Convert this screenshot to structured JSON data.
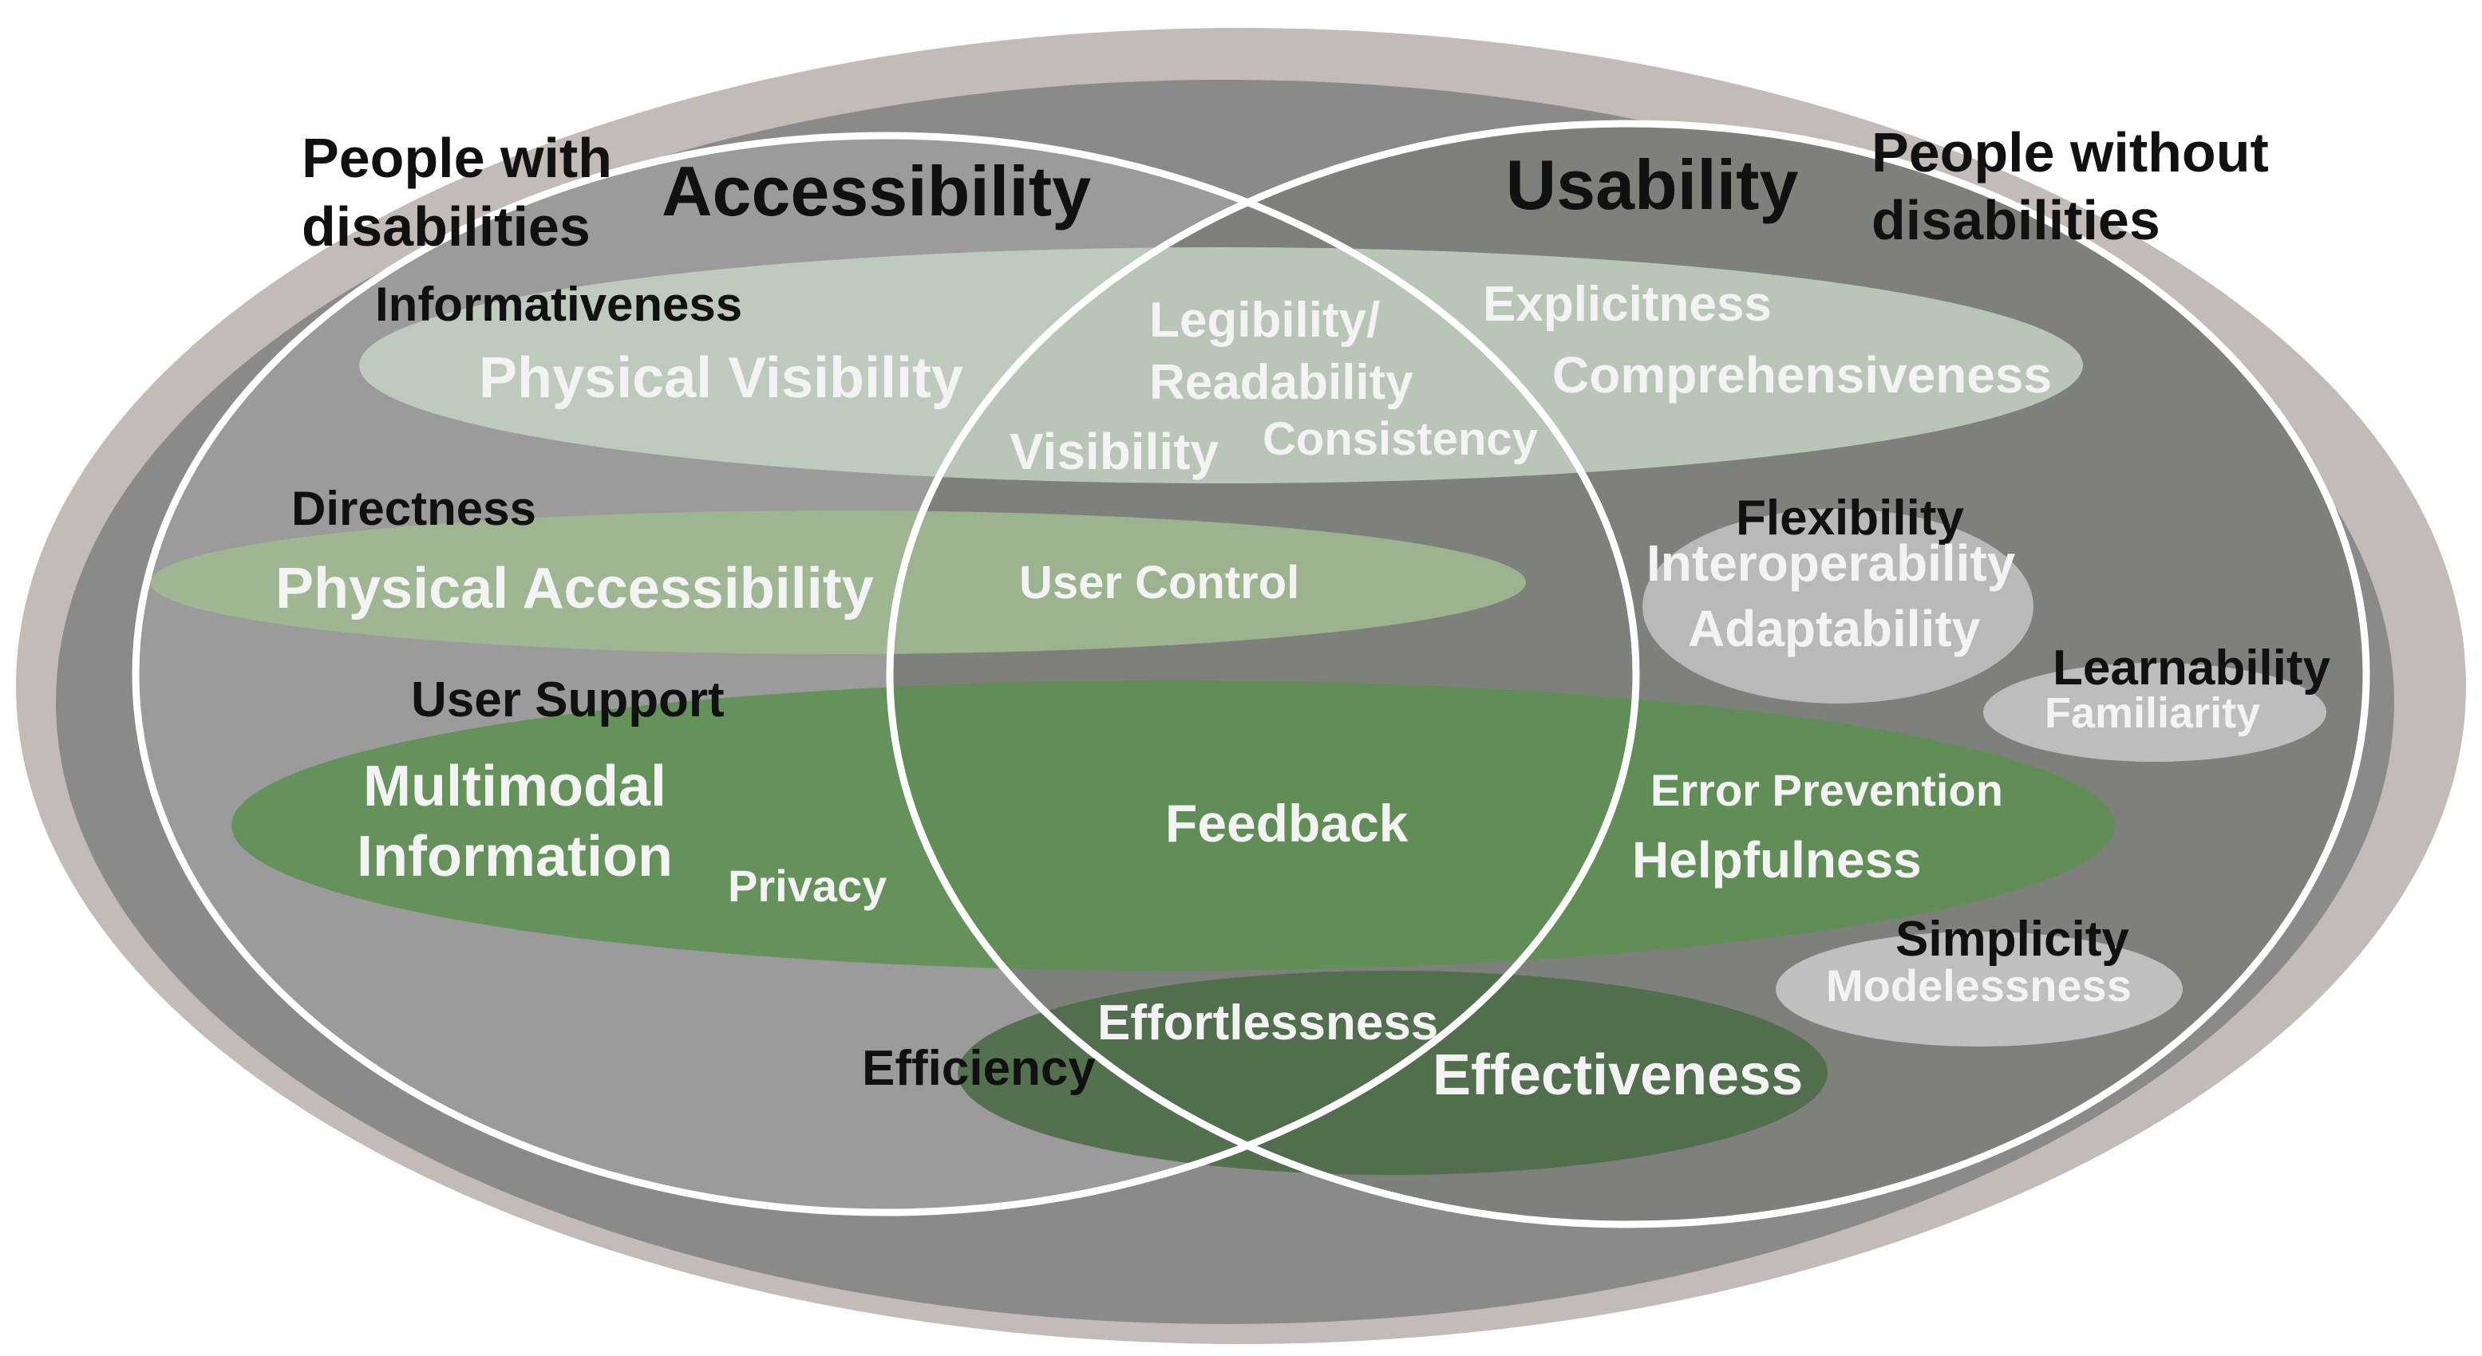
{
  "headings": {
    "people_with_line1": "People with",
    "people_with_line2": "disabilities",
    "accessibility": "Accessibility",
    "usability": "Usability",
    "people_without_line1": "People without",
    "people_without_line2": "disabilities"
  },
  "black_labels": {
    "informativeness": "Informativeness",
    "directness": "Directness",
    "user_support": "User Support",
    "efficiency": "Efficiency",
    "flexibility": "Flexibility",
    "learnability": "Learnability",
    "simplicity": "Simplicity"
  },
  "white_labels": {
    "physical_visibility": "Physical Visibility",
    "legibility_line1": "Legibility/",
    "legibility_line2": "Readability",
    "visibility": "Visibility",
    "consistency": "Consistency",
    "explicitness": "Explicitness",
    "comprehensiveness": "Comprehensiveness",
    "physical_accessibility": "Physical Accessibility",
    "user_control": "User Control",
    "interoperability": "Interoperability",
    "adaptability": "Adaptability",
    "familiarity": "Familiarity",
    "multimodal_line1": "Multimodal",
    "multimodal_line2": "Information",
    "privacy": "Privacy",
    "feedback": "Feedback",
    "error_prevention": "Error Prevention",
    "helpfulness": "Helpfulness",
    "modelessness": "Modelessness",
    "effortlessness": "Effortlessness",
    "effectiveness": "Effectiveness"
  },
  "colors": {
    "outer_ring": "#c2bbb8",
    "left_circle": "#9b9b9b",
    "right_circle": "#7e807b",
    "circle_stroke": "#ffffff",
    "band_informativeness": "#c5d4c4",
    "band_physical_accessibility": "#9fba91",
    "band_user_support": "#5d8f52",
    "band_efficiency": "#4e6e49",
    "bubble_flexibility": "#b9b9b9",
    "bubble_learnability": "#bdbdbd",
    "bubble_simplicity": "#bfbfbf"
  }
}
